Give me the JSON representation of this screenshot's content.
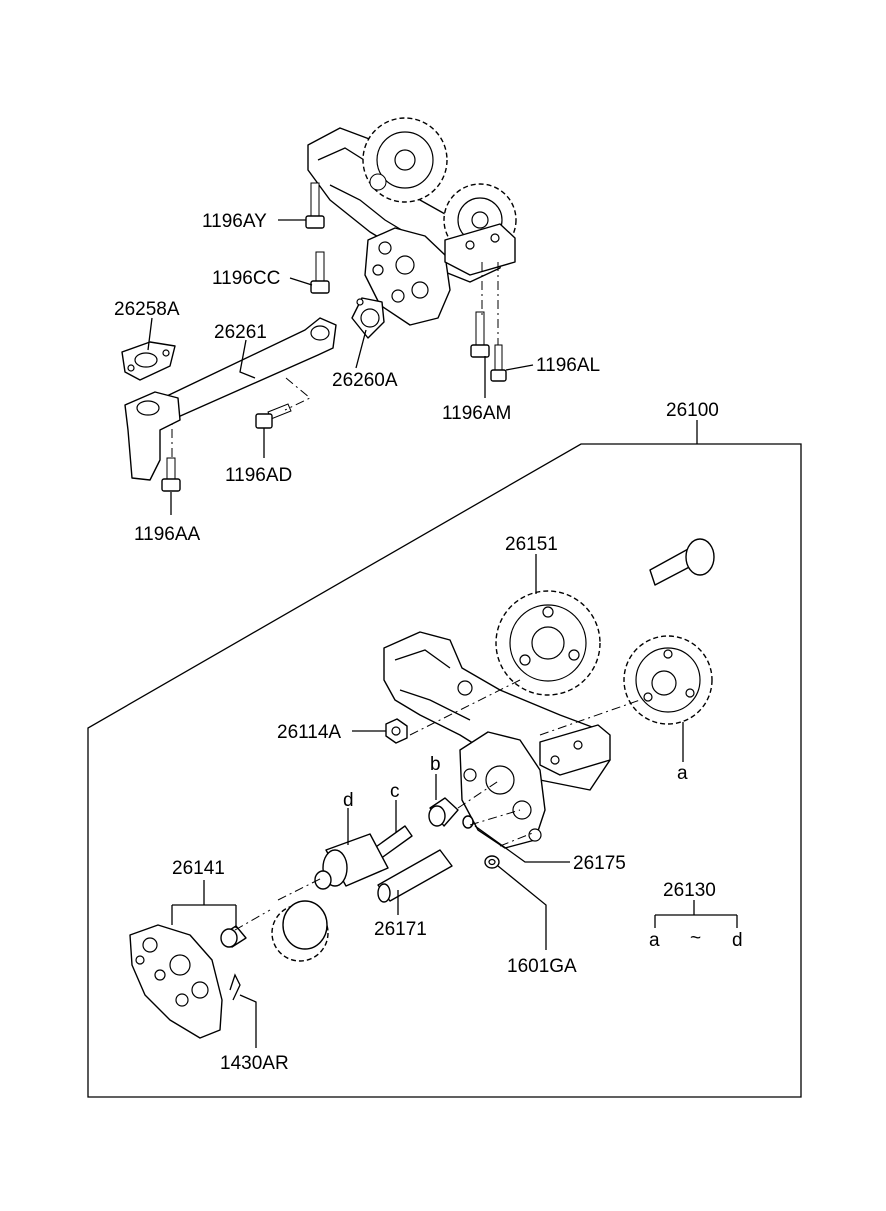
{
  "diagram": {
    "callouts": {
      "c_1196AY": "1196AY",
      "c_1196CC": "1196CC",
      "c_26258A": "26258A",
      "c_26261": "26261",
      "c_26260A": "26260A",
      "c_1196AM": "1196AM",
      "c_1196AL": "1196AL",
      "c_1196AD": "1196AD",
      "c_1196AA": "1196AA",
      "c_26100": "26100",
      "c_26151": "26151",
      "c_26114A": "26114A",
      "c_a": "a",
      "c_b": "b",
      "c_c": "c",
      "c_d": "d",
      "c_26175": "26175",
      "c_26141": "26141",
      "c_26171": "26171",
      "c_1601GA": "1601GA",
      "c_26130": "26130",
      "c_1430AR": "1430AR"
    },
    "legend_26130": {
      "from": "a",
      "tilde": "~",
      "to": "d"
    }
  }
}
